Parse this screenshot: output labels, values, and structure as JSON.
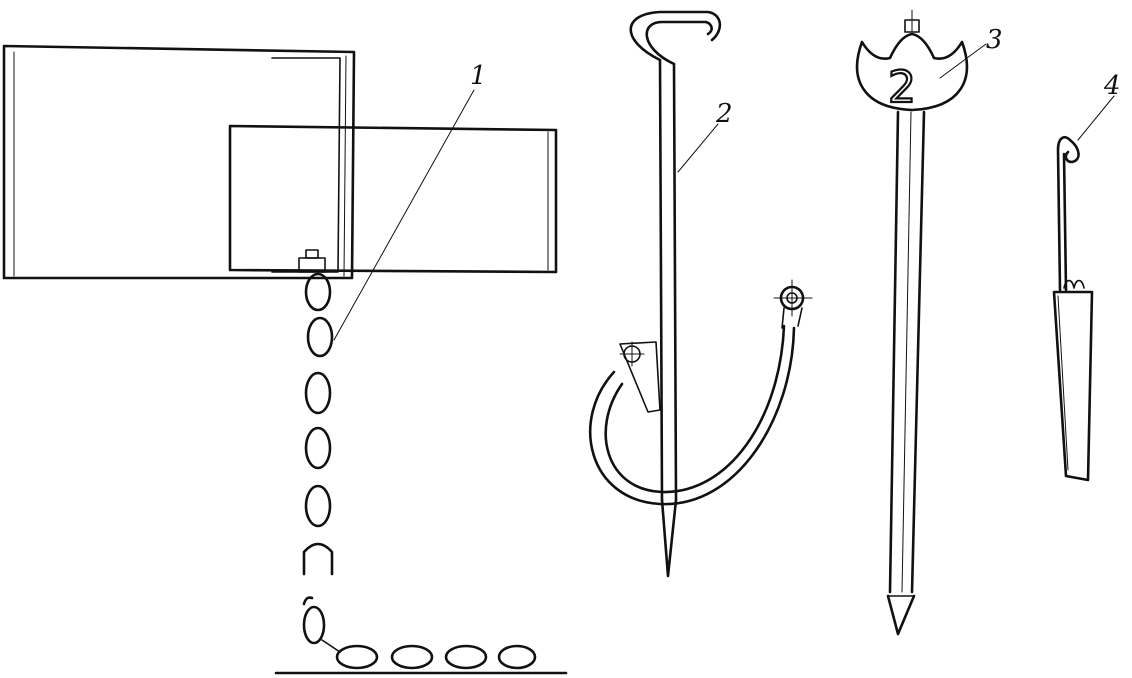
{
  "labels": {
    "part1": "1",
    "part2": "2",
    "part3": "3",
    "part4": "4",
    "stake_number": "2"
  }
}
